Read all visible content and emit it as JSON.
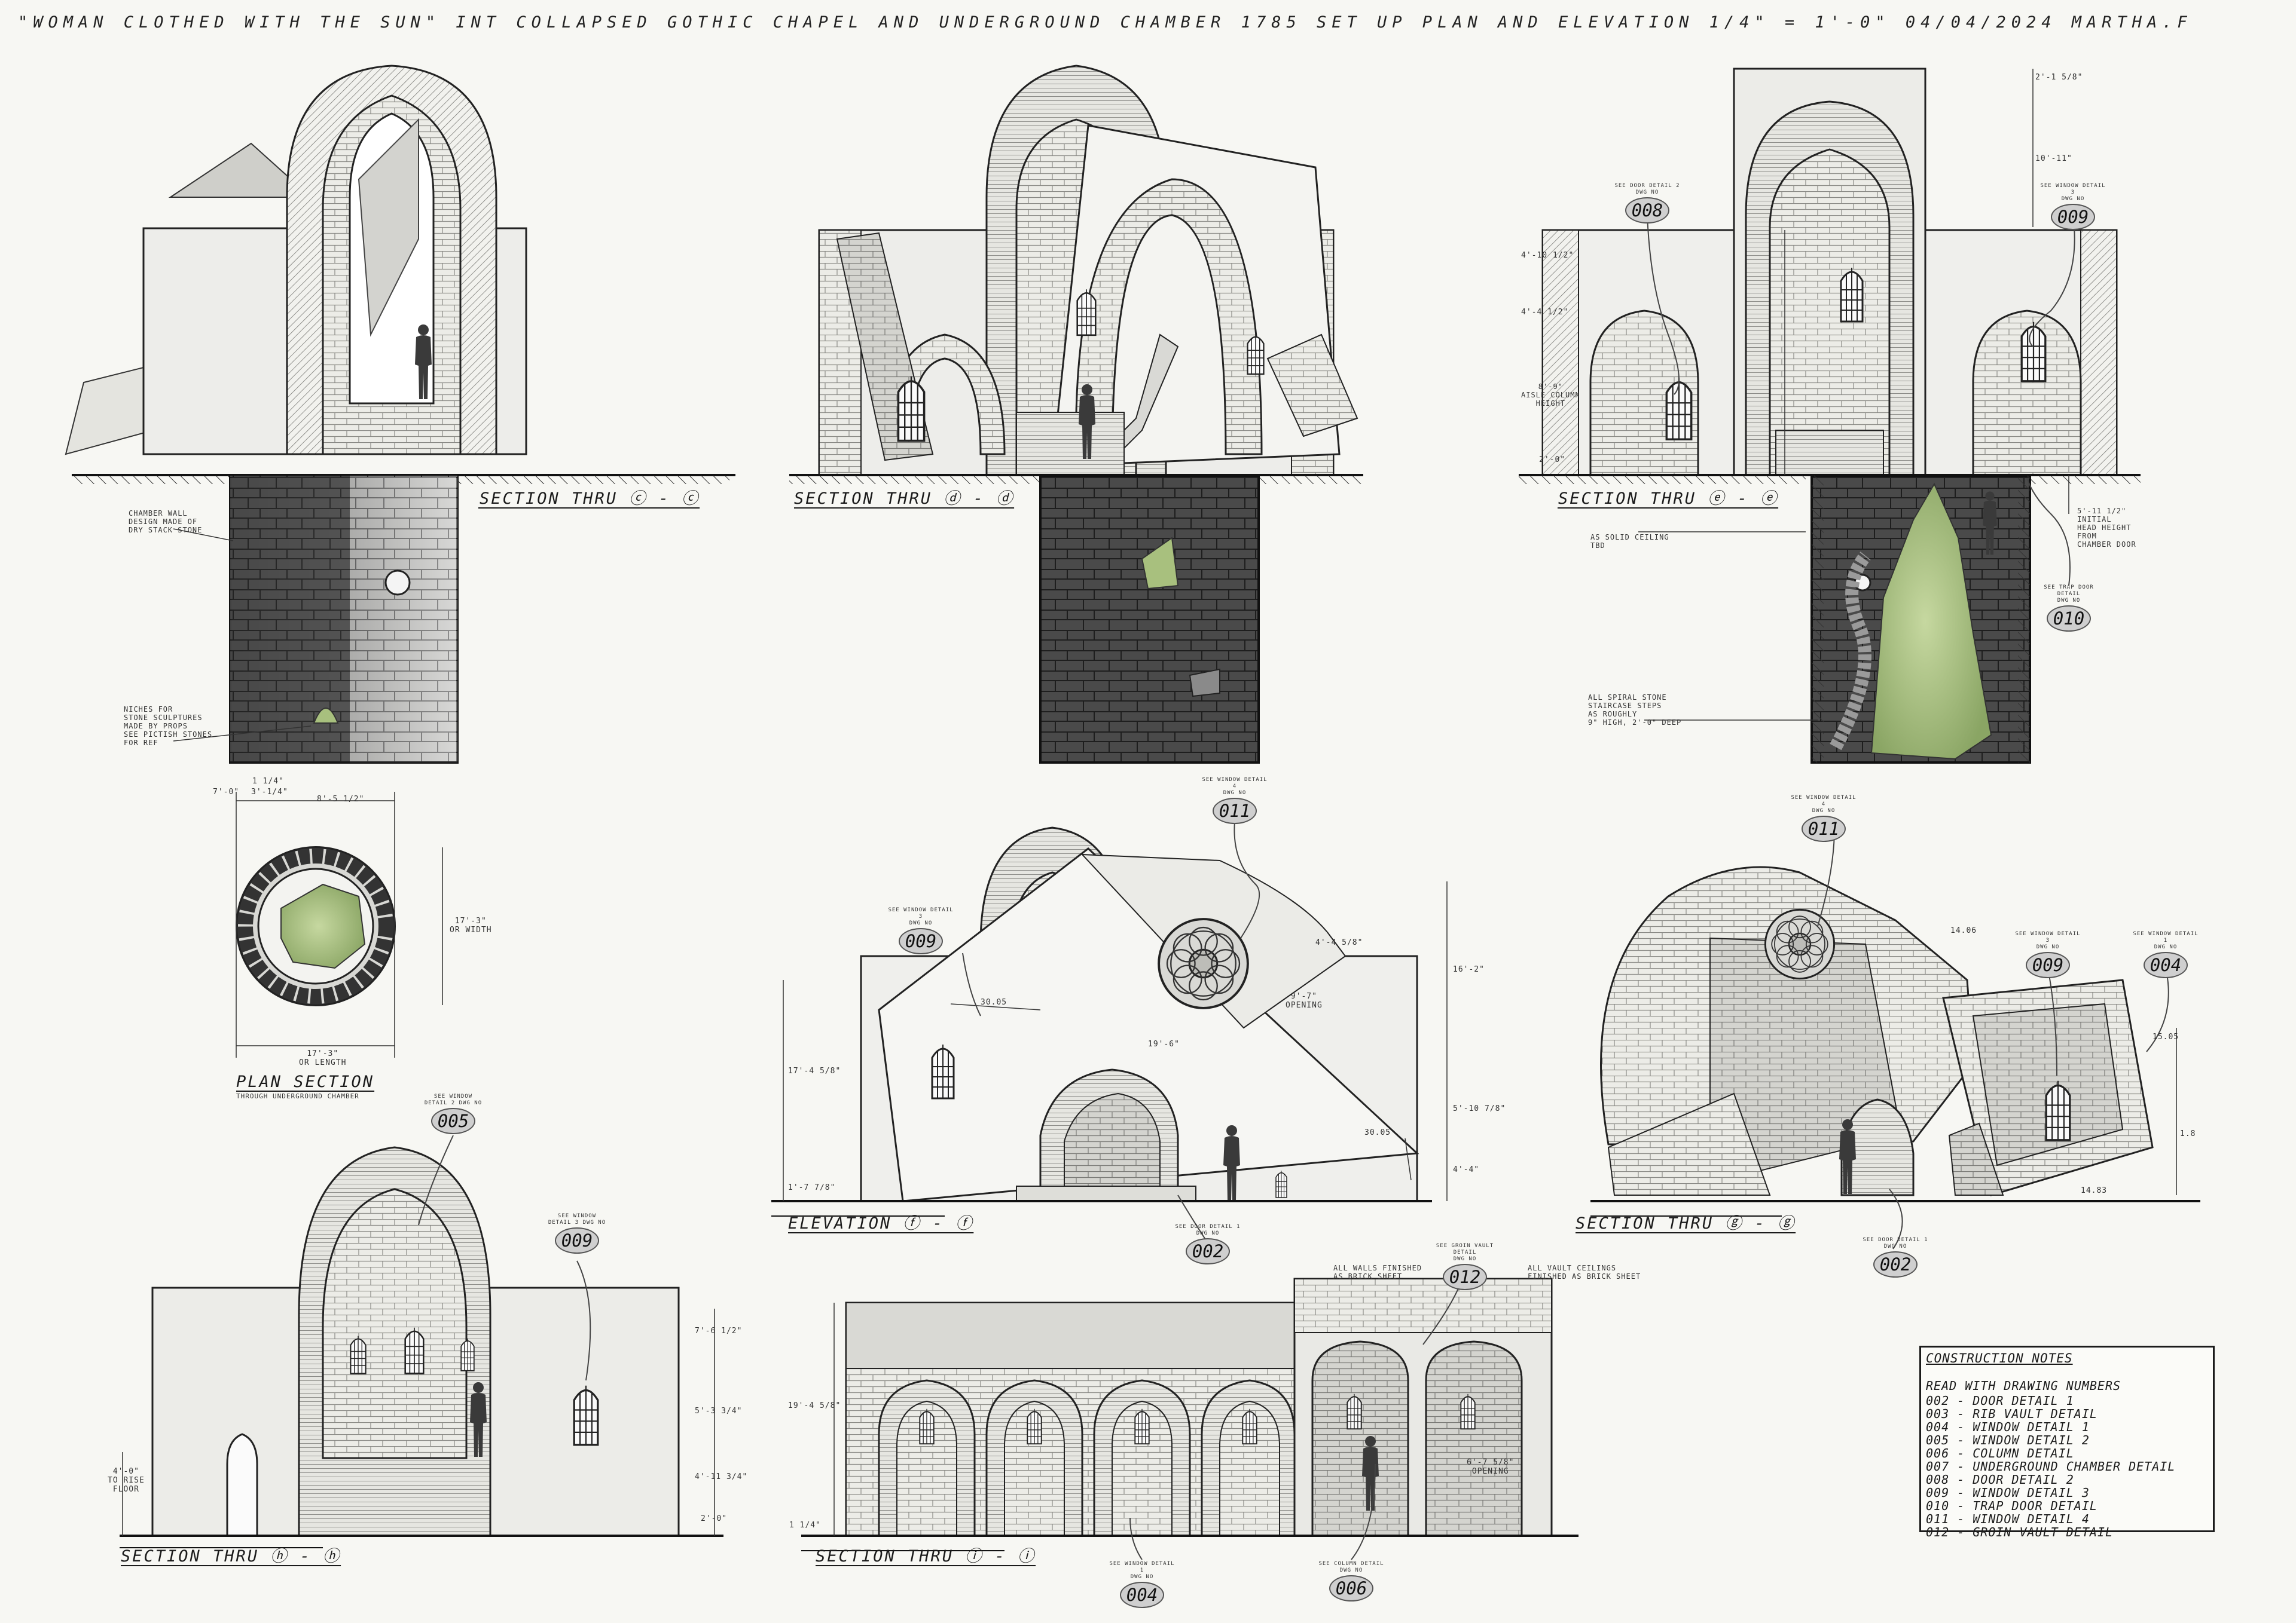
{
  "sheet": {
    "title": "\"WOMAN CLOTHED WITH THE SUN\"  INT COLLAPSED GOTHIC CHAPEL AND UNDERGROUND CHAMBER 1785 SET UP PLAN AND ELEVATION 1/4\" = 1'-0\"  04/04/2024 MARTHA.F"
  },
  "views": {
    "cc": {
      "label": "SECTION THRU ⓒ - ⓒ"
    },
    "dd": {
      "label": "SECTION THRU ⓓ - ⓓ"
    },
    "ee": {
      "label": "SECTION THRU ⓔ - ⓔ"
    },
    "plan": {
      "label": "PLAN SECTION",
      "sub": "THROUGH UNDERGROUND CHAMBER"
    },
    "ff": {
      "label": "ELEVATION ⓕ - ⓕ"
    },
    "gg": {
      "label": "SECTION THRU ⓖ - ⓖ"
    },
    "hh": {
      "label": "SECTION THRU ⓗ - ⓗ"
    },
    "ii": {
      "label": "SECTION THRU ⓘ - ⓘ"
    }
  },
  "tags": {
    "chamber_wall": "CHAMBER WALL\nDESIGN MADE OF\nDRY STACK STONE",
    "niches": "NICHES FOR\nSTONE SCULPTURES\nMADE BY PROPS\nSEE PICTISH STONES\nFOR REF",
    "solid_ceiling": "AS SOLID CEILING\nTBD",
    "spiral_stairs": "ALL SPIRAL STONE\nSTAIRCASE STEPS\nAS ROUGHLY\n9\" HIGH, 2'-0\" DEEP",
    "initial_head_height": "5'-11 1/2\"\nINITIAL\nHEAD HEIGHT\nFROM\nCHAMBER DOOR",
    "aisle_column": "8'-9\"\nAISLE COLUMN\nHEIGHT",
    "walls_finished": "ALL WALLS FINISHED\nAS BRICK SHEET",
    "vault_ceilings": "ALL VAULT CEILINGS\nFINISHED AS BRICK SHEET"
  },
  "dims": {
    "ee_top": "2'-1 5/8\"",
    "ee_mid": "10'-11\"",
    "ee_a": "4'-10 1/2\"",
    "ee_b": "4'-4 1/2\"",
    "ee_floor": "2'-0\"",
    "plan_a": "1 1/4\"",
    "plan_b": "7'-0\"",
    "plan_c": "3'-1/4\"",
    "plan_d": "8'-5 1/2\"",
    "plan_width": "17'-3\"\nOR WIDTH",
    "plan_length": "17'-3\"\nOR LENGTH",
    "ff_a": "30.05",
    "ff_b": "19'-6\"",
    "ff_c": "4'-4 5/8\"",
    "ff_opening": "9'-7\"\nOPENING",
    "ff_height": "16'-2\"",
    "ff_left": "17'-4 5/8\"",
    "ff_d": "30.05",
    "ff_e": "5'-10 7/8\"",
    "ff_f": "4'-4\"",
    "ff_g": "1'-7 7/8\"",
    "gg_a": "14.06",
    "gg_b": "15.05",
    "gg_c": "1.8",
    "gg_d": "14.83",
    "hh_a": "7'-6 1/2\"",
    "hh_b": "5'-3 3/4\"",
    "hh_c": "4'-11 3/4\"",
    "hh_floor": "4'-0\"\nTO RISE\nFLOOR",
    "hh_d": "2'-0\"",
    "ii_a": "19'-4 5/8\"",
    "ii_b": "6'-7 5/8\"\nOPENING",
    "ii_c": "1 1/4\""
  },
  "callouts": [
    {
      "ref": "SEE DOOR DETAIL 2\nDWG NO",
      "num": "008"
    },
    {
      "ref": "SEE WINDOW DETAIL 3\nDWG NO",
      "num": "009"
    },
    {
      "ref": "SEE TRAP DOOR DETAIL\nDWG NO",
      "num": "010"
    },
    {
      "ref": "SEE WINDOW DETAIL 4\nDWG NO",
      "num": "011"
    },
    {
      "ref": "SEE WINDOW DETAIL 3\nDWG NO",
      "num": "009"
    },
    {
      "ref": "SEE DOOR DETAIL 1\nDWG NO",
      "num": "002"
    },
    {
      "ref": "SEE WINDOW DETAIL 4\nDWG NO",
      "num": "011"
    },
    {
      "ref": "SEE WINDOW DETAIL 3\nDWG NO",
      "num": "009"
    },
    {
      "ref": "SEE WINDOW DETAIL 1\nDWG NO",
      "num": "004"
    },
    {
      "ref": "SEE DOOR DETAIL 1\nDWG NO",
      "num": "002"
    },
    {
      "ref": "SEE WINDOW\nDETAIL 2 DWG NO",
      "num": "005"
    },
    {
      "ref": "SEE WINDOW\nDETAIL 3 DWG NO",
      "num": "009"
    },
    {
      "ref": "SEE GROIN VAULT DETAIL\nDWG NO",
      "num": "012"
    },
    {
      "ref": "SEE WINDOW DETAIL 1\nDWG NO",
      "num": "004"
    },
    {
      "ref": "SEE COLUMN DETAIL\nDWG NO",
      "num": "006"
    }
  ],
  "notes": {
    "title": "CONSTRUCTION NOTES",
    "read": "READ WITH DRAWING NUMBERS",
    "items": [
      "002 - DOOR DETAIL 1",
      "003 - RIB VAULT DETAIL",
      "004 - WINDOW DETAIL 1",
      "005 - WINDOW DETAIL 2",
      "006 - COLUMN DETAIL",
      "007 - UNDERGROUND CHAMBER DETAIL",
      "008 - DOOR DETAIL 2",
      "009 - WINDOW DETAIL 3",
      "010 - TRAP DOOR DETAIL",
      "011 - WINDOW DETAIL 4",
      "012 - GROIN VAULT DETAIL"
    ]
  },
  "colors": {
    "ink": "#1b1b1b",
    "paper": "#f7f7f3",
    "stone_light": "#ebebe6",
    "stone_mid": "#bdbdb8",
    "stone_dark": "#5a5a5a",
    "chamber_dark": "#3e3e3e",
    "moss_green": "#9fb57a"
  }
}
